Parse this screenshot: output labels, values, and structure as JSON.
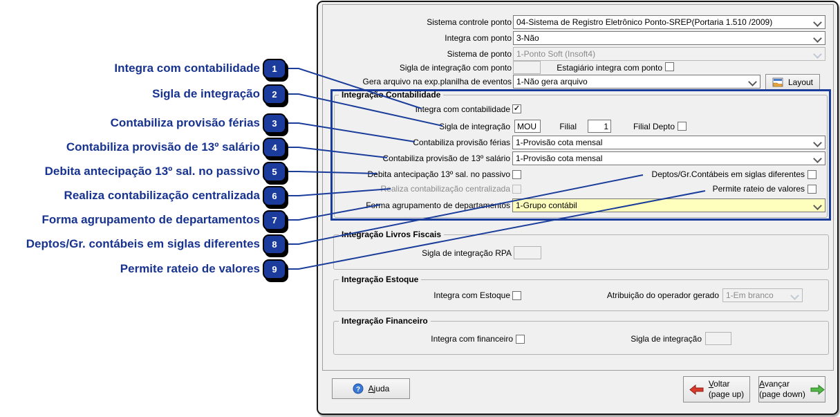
{
  "colors": {
    "accent_navy": "#1a3c9a",
    "highlight_yellow": "#ffffbd",
    "dialog_bg": "#f0f0f0",
    "back_arrow_red": "#d93a2b",
    "forward_arrow_green": "#53b848"
  },
  "callouts": [
    {
      "num": "1",
      "label": "Integra com contabilidade"
    },
    {
      "num": "2",
      "label": "Sigla de integração"
    },
    {
      "num": "3",
      "label": "Contabiliza provisão férias"
    },
    {
      "num": "4",
      "label": "Contabiliza provisão de 13º salário"
    },
    {
      "num": "5",
      "label": "Debita antecipação 13º sal. no passivo"
    },
    {
      "num": "6",
      "label": "Realiza contabilização centralizada"
    },
    {
      "num": "7",
      "label": "Forma agrupamento de departamentos"
    },
    {
      "num": "8",
      "label": "Deptos/Gr. contábeis em siglas diferentes"
    },
    {
      "num": "9",
      "label": "Permite rateio de valores"
    }
  ],
  "top": {
    "sistema_controle_ponto_label": "Sistema controle ponto",
    "sistema_controle_ponto_value": "04-Sistema de Registro Eletrônico Ponto-SREP(Portaria 1.510 /2009)",
    "integra_com_ponto_label": "Integra com ponto",
    "integra_com_ponto_value": "3-Não",
    "sistema_de_ponto_label": "Sistema de ponto",
    "sistema_de_ponto_value": "1-Ponto Soft (Insoft4)",
    "sigla_integracao_ponto_label": "Sigla de integração com ponto",
    "sigla_integracao_ponto_value": "",
    "estagiario_label": "Estagiário integra com ponto",
    "estagiario_checked": false,
    "gera_arquivo_label": "Gera arquivo na exp.planilha de eventos",
    "gera_arquivo_value": "1-Não gera arquivo",
    "layout_button_label": "Layout"
  },
  "contabilidade": {
    "title": "Integração Contabilidade",
    "integra_label": "Integra com contabilidade",
    "integra_checked": true,
    "sigla_label": "Sigla de integração",
    "sigla_value": "MOU",
    "filial_label": "Filial",
    "filial_value": "1",
    "filial_depto_label": "Filial Depto",
    "filial_depto_checked": false,
    "provisao_ferias_label": "Contabiliza provisão férias",
    "provisao_ferias_value": "1-Provisão cota mensal",
    "provisao_13_label": "Contabiliza provisão de 13º salário",
    "provisao_13_value": "1-Provisão cota mensal",
    "debita_label": "Debita antecipação 13º sal. no passivo",
    "debita_checked": false,
    "deptos_label": "Deptos/Gr.Contábeis em siglas diferentes",
    "deptos_checked": false,
    "realiza_label": "Realiza contabilização centralizada",
    "realiza_checked": false,
    "permite_label": "Permite rateio de valores",
    "permite_checked": false,
    "forma_label": "Forma agrupamento de departamentos",
    "forma_value": "1-Grupo contábil"
  },
  "livros_fiscais": {
    "title": "Integração Livros Fiscais",
    "sigla_rpa_label": "Sigla de integração RPA",
    "sigla_rpa_value": ""
  },
  "estoque": {
    "title": "Integração Estoque",
    "integra_label": "Integra com Estoque",
    "integra_checked": false,
    "atribuicao_label": "Atribuição do operador gerado",
    "atribuicao_value": "1-Em branco"
  },
  "financeiro": {
    "title": "Integração Financeiro",
    "integra_label": "Integra com financeiro",
    "integra_checked": false,
    "sigla_label": "Sigla de integração",
    "sigla_value": ""
  },
  "footer": {
    "ajuda_accel": "A",
    "ajuda_rest": "juda",
    "voltar_accel": "V",
    "voltar_rest": "oltar",
    "voltar_sub": "(page up)",
    "avancar_accel": "A",
    "avancar_rest": "vançar",
    "avancar_sub": "(page down)"
  }
}
